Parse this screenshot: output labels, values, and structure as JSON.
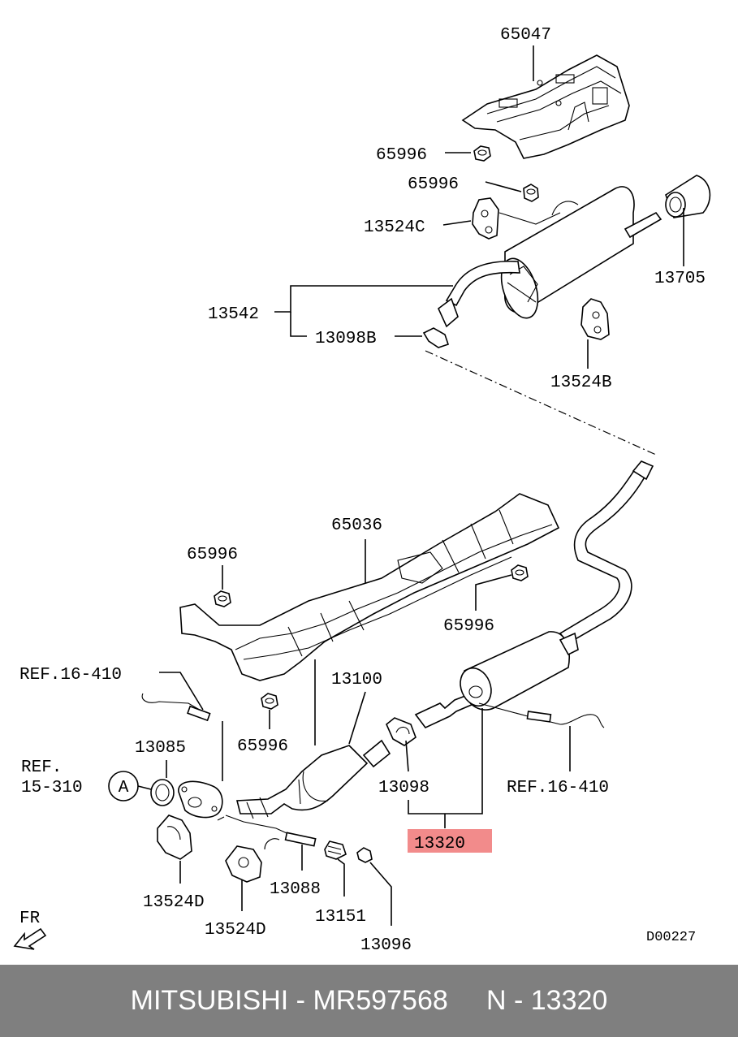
{
  "labels": {
    "p65047": "65047",
    "p65996_a": "65996",
    "p65996_b": "65996",
    "p13524C": "13524C",
    "p13705": "13705",
    "p13542": "13542",
    "p13098B": "13098B",
    "p13524B": "13524B",
    "p65036": "65036",
    "p65996_c": "65996",
    "p65996_d": "65996",
    "p65996_e": "65996",
    "ref_16_410_left": "REF.16-410",
    "p13100": "13100",
    "p13085": "13085",
    "ref_15_310_a": "REF.",
    "ref_15_310_b": "15-310",
    "circle_a": "A",
    "p13098": "13098",
    "ref_16_410_right": "REF.16-410",
    "p13320": "13320",
    "p13524D_a": "13524D",
    "p13088": "13088",
    "p13524D_b": "13524D",
    "p13151": "13151",
    "p13096": "13096",
    "fr": "FR",
    "code": "D00227"
  },
  "highlight_color": "#f28b8b",
  "footer": {
    "text": "MITSUBISHI - MR597568     N - 13320"
  }
}
